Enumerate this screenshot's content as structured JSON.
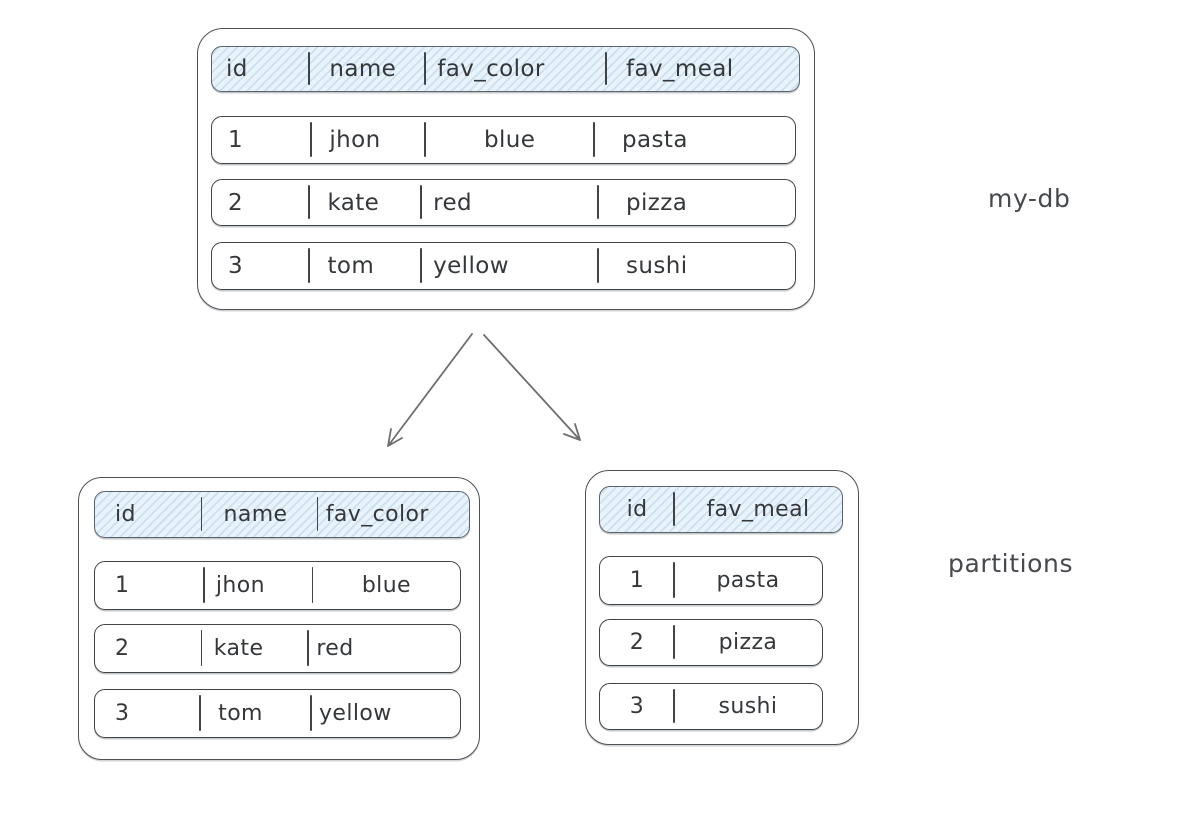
{
  "labels": {
    "database": "my-db",
    "partitions": "partitions"
  },
  "main_table": {
    "headers": [
      "id",
      "name",
      "fav_color",
      "fav_meal"
    ],
    "rows": [
      [
        "1",
        "jhon",
        "blue",
        "pasta"
      ],
      [
        "2",
        "kate",
        "red",
        "pizza"
      ],
      [
        "3",
        "tom",
        "yellow",
        "sushi"
      ]
    ]
  },
  "left_partition": {
    "headers": [
      "id",
      "name",
      "fav_color"
    ],
    "rows": [
      [
        "1",
        "jhon",
        "blue"
      ],
      [
        "2",
        "kate",
        "red"
      ],
      [
        "3",
        "tom",
        "yellow"
      ]
    ]
  },
  "right_partition": {
    "headers": [
      "id",
      "fav_meal"
    ],
    "rows": [
      [
        "1",
        "pasta"
      ],
      [
        "2",
        "pizza"
      ],
      [
        "3",
        "sushi"
      ]
    ]
  },
  "colors": {
    "header_fill": "#e9f3fb",
    "header_hatch": "#cddff1",
    "stroke": "#3f4449",
    "arrow": "#6e6e6e",
    "text": "#35383b",
    "background": "#ffffff"
  }
}
